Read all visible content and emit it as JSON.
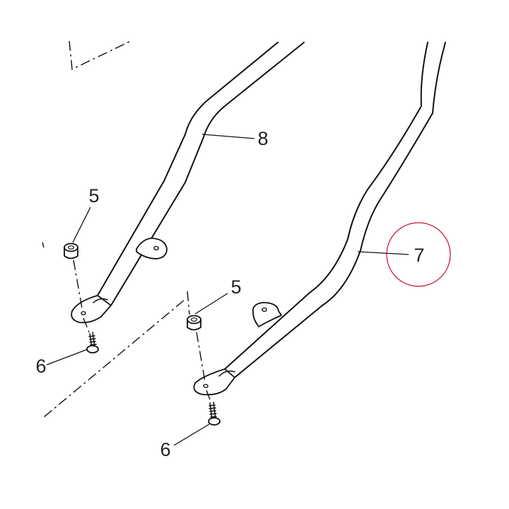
{
  "figure": {
    "callouts": [
      {
        "id": "c8",
        "label": "8",
        "part": "left-rail-tube"
      },
      {
        "id": "c7",
        "label": "7",
        "part": "right-rail-tube",
        "highlighted": true
      },
      {
        "id": "c5a",
        "label": "5",
        "part": "spacer-bushing-left"
      },
      {
        "id": "c5b",
        "label": "5",
        "part": "spacer-bushing-right"
      },
      {
        "id": "c6a",
        "label": "6",
        "part": "bolt-left",
        "clipped": true
      },
      {
        "id": "c6b",
        "label": "6",
        "part": "bolt-right"
      }
    ],
    "highlight_color": "#c8102e",
    "line_color": "#111111"
  }
}
